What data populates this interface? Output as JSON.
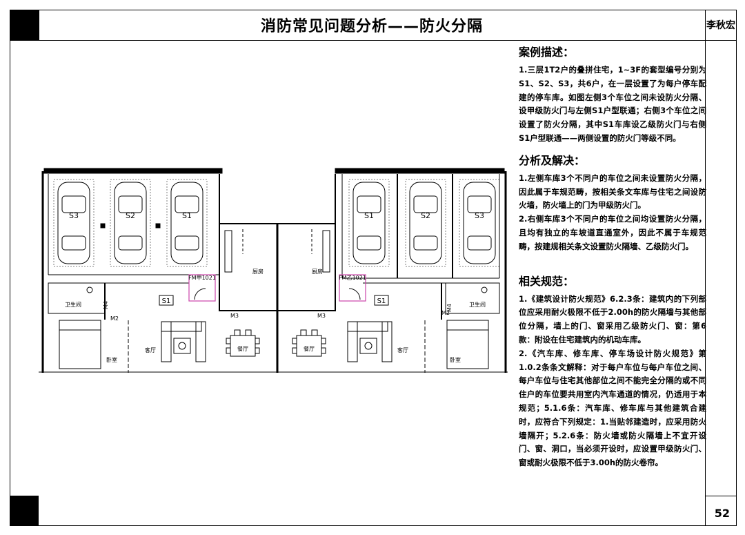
{
  "header": {
    "title": "消防常见问题分析——防火分隔",
    "author": "李秋宏"
  },
  "page_number": "52",
  "sections": {
    "case": {
      "heading": "案例描述：",
      "body": "1.三层1T2户的叠拼住宅，1~3F的套型编号分别为S1、S2、S3，共6户，在一层设置了为每户停车配建的停车库。如图左侧3个车位之间未设防火分隔、设甲级防火门与左侧S1户型联通；右侧3个车位之间设置了防火分隔，其中S1车库设乙级防火门与右侧S1户型联通——两侧设置的防火门等级不同。"
    },
    "analysis": {
      "heading": "分析及解决：",
      "items": [
        "1.左侧车库3个不同户的车位之间未设置防火分隔，因此属于车规范畴，按相关条文车库与住宅之间设防火墙，防火墙上的门为甲级防火门。",
        "2.右侧车库3个不同户的车位之间均设置防火分隔，且均有独立的车坡道直通室外，因此不属于车规范畴，按建规相关条文设置防火隔墙、乙级防火门。"
      ]
    },
    "codes": {
      "heading": "相关规范：",
      "items": [
        "1.《建筑设计防火规范》6.2.3条：建筑内的下列部位应采用耐火极限不低于2.00h的防火隔墙与其他部位分隔，墙上的门、窗采用乙级防火门、窗：第6款：附设在住宅建筑内的机动车库。",
        "2.《汽车库、修车库、停车场设计防火规范》第1.0.2条条文解释：对于每户车位与每户车位之间、每户车位与住宅其他部位之间不能完全分隔的或不同住户的车位要共用室内汽车通道的情况，仍适用于本规范；5.1.6条：汽车库、修车库与其他建筑合建时，应符合下列规定：1.当贴邻建造时，应采用防火墙隔开；5.2.6条：防火墙或防火隔墙上不宜开设门、窗、洞口，当必须开设时，应设置甲级防火门、窗或耐火极限不低于3.00h的防火卷帘。"
      ]
    }
  },
  "plan": {
    "left_spaces": [
      "S3",
      "S2",
      "S1"
    ],
    "right_spaces": [
      "S1",
      "S2",
      "S3"
    ],
    "left_door": "FM甲1021",
    "right_door": "FM乙1021",
    "unit_label": "S1",
    "kitchen": "厨房",
    "bathroom": "卫生间",
    "living": "客厅",
    "dining": "餐厅",
    "bedroom": "卧室",
    "door_m2": "M2",
    "door_m3": "M3",
    "door_m4": "M4"
  },
  "colors": {
    "fire_door_highlight": "#cc44aa",
    "ink": "#000000"
  }
}
